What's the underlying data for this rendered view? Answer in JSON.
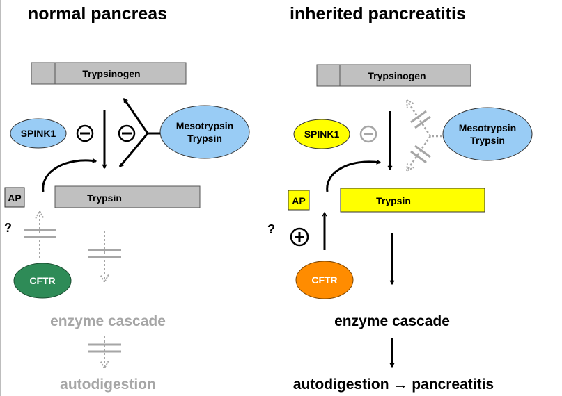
{
  "panels": {
    "left": {
      "title": "normal pancreas",
      "trypsinogen": "Trypsinogen",
      "spink1": "SPINK1",
      "enzyme": {
        "line1": "Mesotrypsin",
        "line2": "Trypsin"
      },
      "ap": "AP",
      "trypsin": "Trypsin",
      "question": "?",
      "cftr": "CFTR",
      "cascade": "enzyme cascade",
      "outcome": "autodigestion"
    },
    "right": {
      "title": "inherited pancreatitis",
      "trypsinogen": "Trypsinogen",
      "spink1": "SPINK1",
      "enzyme": {
        "line1": "Mesotrypsin",
        "line2": "Trypsin"
      },
      "ap": "AP",
      "trypsin": "Trypsin",
      "question": "?",
      "cftr": "CFTR",
      "cascade": "enzyme cascade",
      "outcome": "autodigestion → pancreatitis"
    }
  },
  "colors": {
    "gray_box": "#c0c0c0",
    "light_blue": "#99ccf5",
    "green": "#2e8b57",
    "yellow": "#ffff00",
    "orange": "#ff8c00",
    "faded": "#a6a6a6"
  },
  "symbols": {
    "inhibit": "⊖",
    "activate": "⊕"
  }
}
